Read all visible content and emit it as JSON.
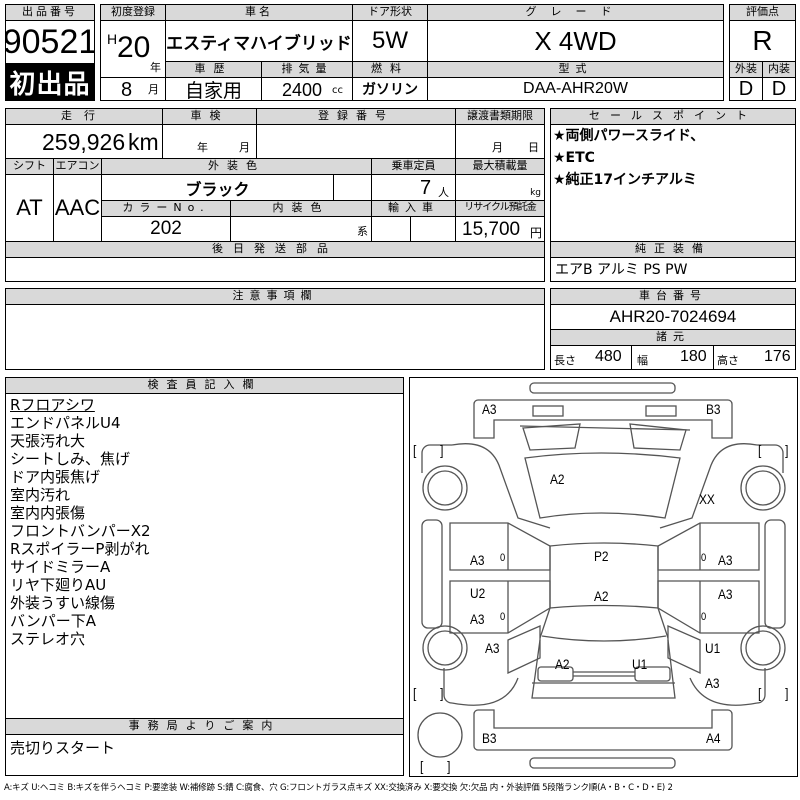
{
  "lot": {
    "label": "出品番号",
    "number": "90521",
    "first_listing_badge": "初出品"
  },
  "first_registration": {
    "label": "初度登録",
    "era": "H",
    "year": "20",
    "year_unit": "年",
    "month": "8",
    "month_unit": "月"
  },
  "car_name": {
    "label": "車名",
    "value": "エスティマハイブリッド"
  },
  "doors": {
    "label": "ドア形状",
    "value": "5W"
  },
  "grade": {
    "label": "グレード",
    "value": "X 4WD"
  },
  "score": {
    "label": "評価点",
    "value": "R",
    "exterior_label": "外装",
    "exterior_value": "D",
    "interior_label": "内装",
    "interior_value": "D"
  },
  "history": {
    "label": "車歴",
    "value": "自家用"
  },
  "displacement": {
    "label": "排気量",
    "value": "2400",
    "unit": "cc"
  },
  "fuel": {
    "label": "燃料",
    "value": "ガソリン"
  },
  "model_code": {
    "label": "型式",
    "value": "DAA-AHR20W"
  },
  "mileage": {
    "label": "走行",
    "value": "259,926",
    "unit": "km"
  },
  "inspection": {
    "label": "車検",
    "year_unit": "年",
    "month_unit": "月"
  },
  "registration_number": {
    "label": "登録番号",
    "value": ""
  },
  "transfer_deadline": {
    "label": "譲渡書類期限",
    "month_unit": "月",
    "day_unit": "日"
  },
  "shift": {
    "label": "シフト",
    "value": "AT"
  },
  "aircon": {
    "label": "エアコン",
    "value": "AAC"
  },
  "exterior_color": {
    "label": "外装色",
    "value": "ブラック"
  },
  "capacity": {
    "label": "乗車定員",
    "value": "7",
    "unit": "人"
  },
  "max_load": {
    "label": "最大積載量",
    "value": "",
    "unit": "kg"
  },
  "color_no": {
    "label": "カラーNo.",
    "value": "202"
  },
  "interior_color": {
    "label": "内装色",
    "value": "",
    "unit": "系"
  },
  "imported": {
    "label": "輸入車",
    "value": ""
  },
  "recycle_fee": {
    "label": "リサイクル預託金",
    "value": "15,700",
    "unit": "円"
  },
  "later_parts": {
    "label": "後日発送部品",
    "value": ""
  },
  "sales_points": {
    "label": "セールスポイント",
    "items": [
      "★両側パワースライド、",
      "★ETC",
      "★純正17インチアルミ"
    ]
  },
  "genuine_equipment": {
    "label": "純正装備",
    "value": "エアB アルミ PS PW"
  },
  "notes": {
    "label": "注意事項欄",
    "value": ""
  },
  "chassis_number": {
    "label": "車台番号",
    "value": "AHR20-7024694"
  },
  "specs": {
    "label": "諸元",
    "length_label": "長さ",
    "length": "480",
    "width_label": "幅",
    "width": "180",
    "height_label": "高さ",
    "height": "176"
  },
  "inspector": {
    "label": "検査員記入欄",
    "items": [
      "Rフロアシワ",
      "エンドパネルU4",
      "天張汚れ大",
      "シートしみ、焦げ",
      "ドア内張焦げ",
      "室内汚れ",
      "室内内張傷",
      "フロントバンパーX2",
      "RスポイラーP剥がれ",
      "サイドミラーA",
      "リヤ下廻りAU",
      "外装うすい線傷",
      "バンパー下A",
      "ステレオ穴"
    ]
  },
  "office_notes": {
    "label": "事務局よりご案内",
    "value": "売切りスタート"
  },
  "diagram": {
    "marks": {
      "front_bumper_left": "A3",
      "front_bumper_right": "B3",
      "hood": "A2",
      "front_fender_right": "XX",
      "front_door_left": "A3",
      "front_door_left_zero": "0",
      "rear_door_left_top": "U2",
      "rear_door_left": "A3",
      "rear_door_left_zero": "0",
      "roof_top": "P2",
      "roof_bottom": "A2",
      "front_door_right_zero": "0",
      "front_door_right": "A3",
      "rear_door_right": "A3",
      "rear_door_right_zero": "0",
      "rear_fender_left": "A3",
      "rear_fender_right_top": "U1",
      "rear_fender_right_bottom": "A3",
      "tailgate_left": "A2",
      "tailgate_right": "U1",
      "rear_bumper_left": "B3",
      "rear_bumper_right": "A4"
    },
    "bracket": "[　　]"
  },
  "legend": "A:キズ U:ヘコミ B:キズを伴うヘコミ P:要塗装 W:補修跡 S:錆 C:腐食、穴 G:フロントガラス点キズ XX:交換済み X:要交換 欠:欠品 内・外装評価 5段階ランク順(A・B・C・D・E) 2"
}
